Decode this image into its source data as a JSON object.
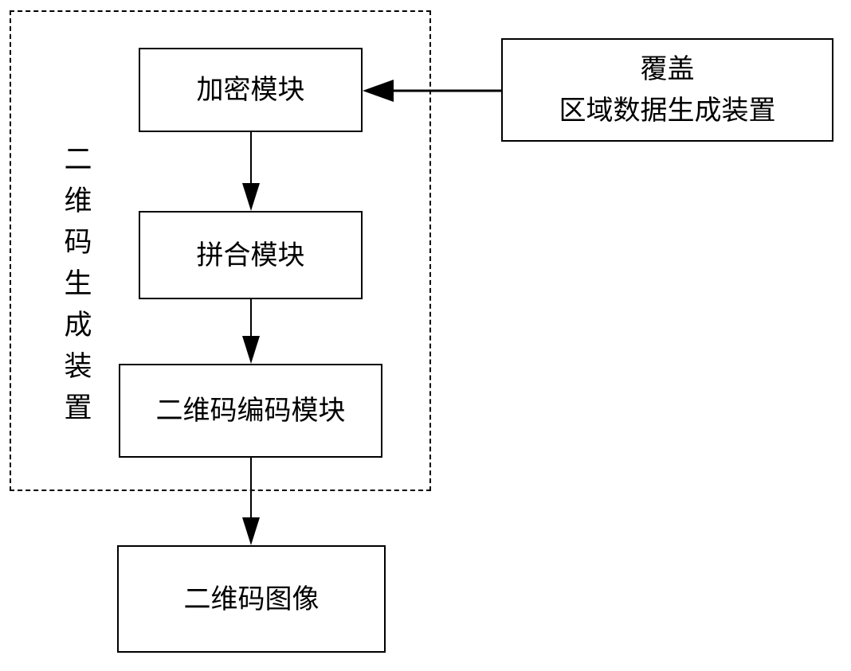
{
  "diagram": {
    "group": {
      "label_chars": [
        "二",
        "维",
        "码",
        "生",
        "成",
        "装",
        "置"
      ]
    },
    "boxes": {
      "encrypt": "加密模块",
      "splice": "拼合模块",
      "encode": "二维码编码模块",
      "image": "二维码图像",
      "cover_line1": "覆盖",
      "cover_line2": "区域数据生成装置"
    },
    "edges": [
      {
        "from": "cover",
        "to": "encrypt"
      },
      {
        "from": "encrypt",
        "to": "splice"
      },
      {
        "from": "splice",
        "to": "encode"
      },
      {
        "from": "encode",
        "to": "image"
      }
    ]
  }
}
